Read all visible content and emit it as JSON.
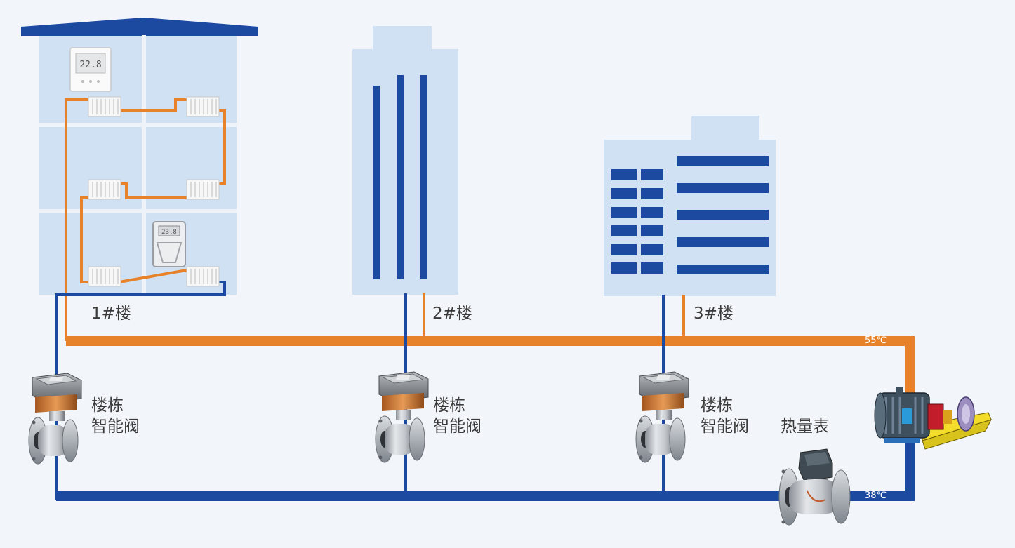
{
  "buildings": {
    "b1": {
      "label": "1#楼",
      "thermostat_reading": "22.8",
      "controller_reading": "23.8"
    },
    "b2": {
      "label": "2#楼"
    },
    "b3": {
      "label": "3#楼"
    }
  },
  "valves": {
    "label_line1": "楼栋",
    "label_line2": "智能阀"
  },
  "heat_meter": {
    "label": "热量表"
  },
  "temperatures": {
    "supply": "55℃",
    "return": "38℃"
  },
  "colors": {
    "supply_pipe": "#e8822a",
    "return_pipe": "#1c4aa0",
    "building_fill": "#cfe1f3",
    "background": "#f2f5fa",
    "window_bar": "#1c4aa0"
  },
  "icons": {
    "valve": "smart-valve-icon",
    "meter": "heat-meter-icon",
    "pump": "circulation-pump-icon",
    "radiator": "radiator-icon",
    "thermostat": "thermostat-icon"
  }
}
